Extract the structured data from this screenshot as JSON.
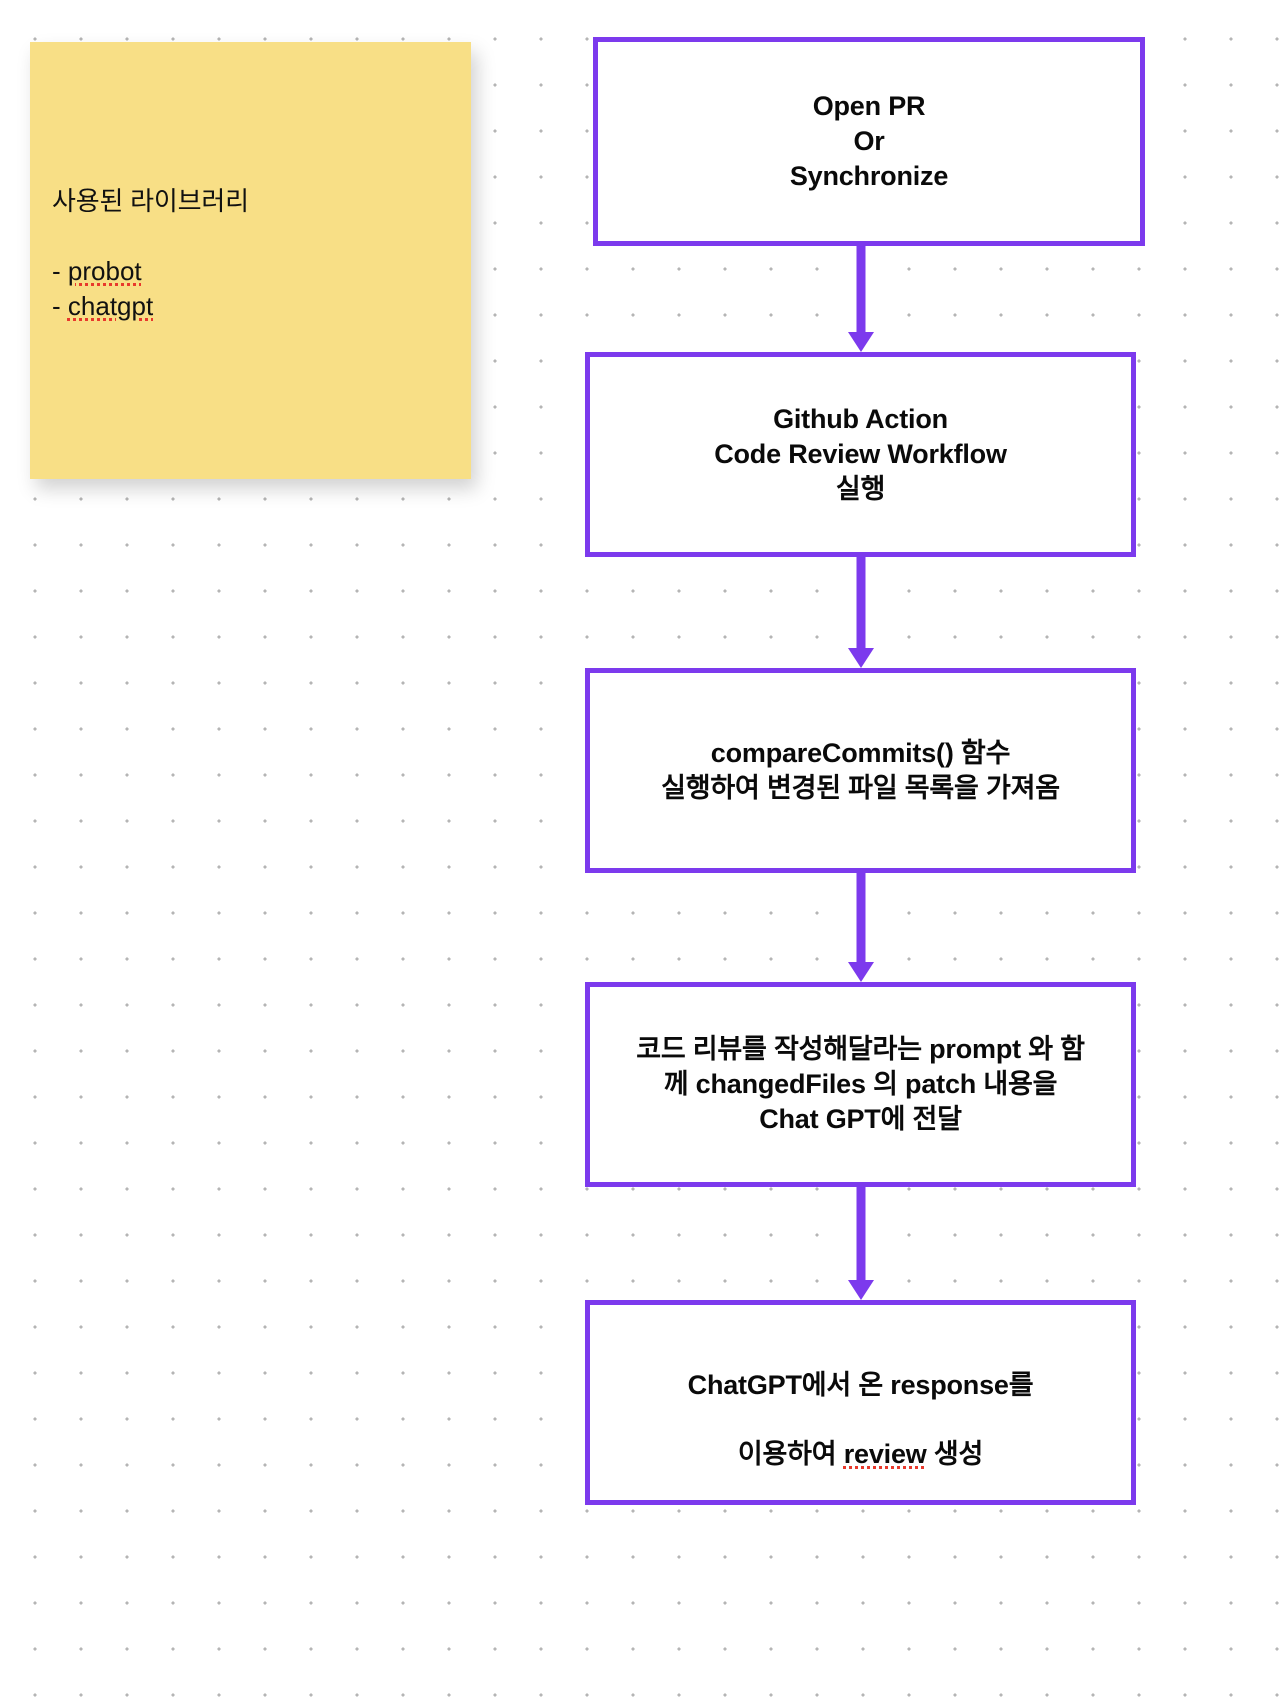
{
  "board": {
    "background_color": "#ffffff",
    "dot_color": "#b5b5b5",
    "accent_color": "#7c3aed",
    "note_color": "#f8df86",
    "spellcheck_color": "#e8392c"
  },
  "sticky_note": {
    "title": "사용된 라이브러리",
    "items": [
      {
        "bullet": "-",
        "label": "probot",
        "misspelled": true
      },
      {
        "bullet": "-",
        "label": "chatgpt",
        "misspelled": true
      }
    ]
  },
  "flow": {
    "nodes": [
      {
        "id": "open-pr",
        "text": "Open PR\nOr\nSynchronize"
      },
      {
        "id": "github-action",
        "text": "Github Action\nCode Review Workflow\n실행"
      },
      {
        "id": "compare-commits",
        "text": "compareCommits() 함수\n실행하여 변경된 파일 목록을 가져옴"
      },
      {
        "id": "send-to-chatgpt",
        "text": "코드 리뷰를 작성해달라는 prompt 와 함\n께 changedFiles 의 patch 내용을\nChat GPT에 전달"
      },
      {
        "id": "create-review",
        "line1": "ChatGPT에서 온 response를",
        "line2_prefix": "이용하여 ",
        "line2_misspelled": "review",
        "line2_suffix": " 생성"
      }
    ],
    "connectors": [
      {
        "from": "open-pr",
        "to": "github-action",
        "arrow": "arrow-down-icon"
      },
      {
        "from": "github-action",
        "to": "compare-commits",
        "arrow": "arrow-down-icon"
      },
      {
        "from": "compare-commits",
        "to": "send-to-chatgpt",
        "arrow": "arrow-down-icon"
      },
      {
        "from": "send-to-chatgpt",
        "to": "create-review",
        "arrow": "arrow-down-icon"
      }
    ]
  }
}
